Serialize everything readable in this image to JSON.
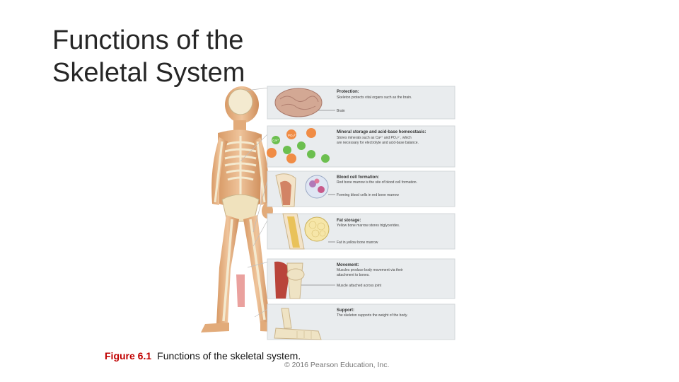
{
  "slide": {
    "title_lines": [
      "Functions of the",
      "Skeletal System"
    ]
  },
  "figure": {
    "panels": [
      {
        "heading": "Protection:",
        "desc": [
          "Skeleton protects vital organs such as the brain."
        ],
        "label": "Brain"
      },
      {
        "heading": "Mineral storage and acid-base homeostasis:",
        "desc": [
          "Stores minerals such as Ca²⁺ and PO₄³⁻, which",
          "are necessary for electrolyte and acid-base balance."
        ],
        "label": ""
      },
      {
        "heading": "Blood cell formation:",
        "desc": [
          "Red bone marrow is the site of blood cell formation."
        ],
        "label": "Forming blood cells in red bone marrow"
      },
      {
        "heading": "Fat storage:",
        "desc": [
          "Yellow bone marrow stores triglycerides."
        ],
        "label": "Fat in yellow bone marrow"
      },
      {
        "heading": "Movement:",
        "desc": [
          "Muscles produce body movement via their",
          "attachment to bones."
        ],
        "label": "Muscle attached across joint"
      },
      {
        "heading": "Support:",
        "desc": [
          "The skeleton supports the weight of the body."
        ],
        "label": ""
      }
    ],
    "ions": {
      "ca": "Ca²⁺",
      "po": "PO₄³⁻"
    }
  },
  "caption": {
    "figure_number": "Figure 6.1",
    "text": "Functions of the skeletal system."
  },
  "copyright": "© 2016 Pearson Education, Inc.",
  "colors": {
    "figure_number": "#c00000",
    "panel_bg": "#e9ecee",
    "skin": "#e7b98d",
    "bone": "#f2e6c2"
  }
}
